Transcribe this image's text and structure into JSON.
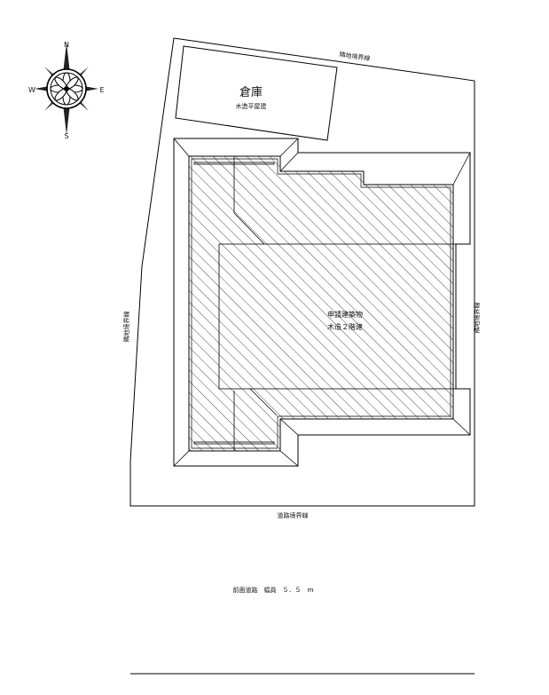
{
  "compass": {
    "north": "N",
    "south": "S",
    "east": "E",
    "west": "W",
    "icon": "compass-rose-icon"
  },
  "warehouse": {
    "title": "倉庫",
    "subtitle": "木造平屋建"
  },
  "main_building": {
    "title": "申請建築物",
    "subtitle": "木造２階建"
  },
  "boundaries": {
    "north": "隣地境界線",
    "west": "隣地境界線",
    "east": "隣地境界線",
    "south": "道路境界線"
  },
  "road": {
    "label": "前面道路　幅員　５．５　ｍ"
  },
  "colors": {
    "line": "#000000",
    "hatch": "#222222",
    "background": "#ffffff"
  }
}
